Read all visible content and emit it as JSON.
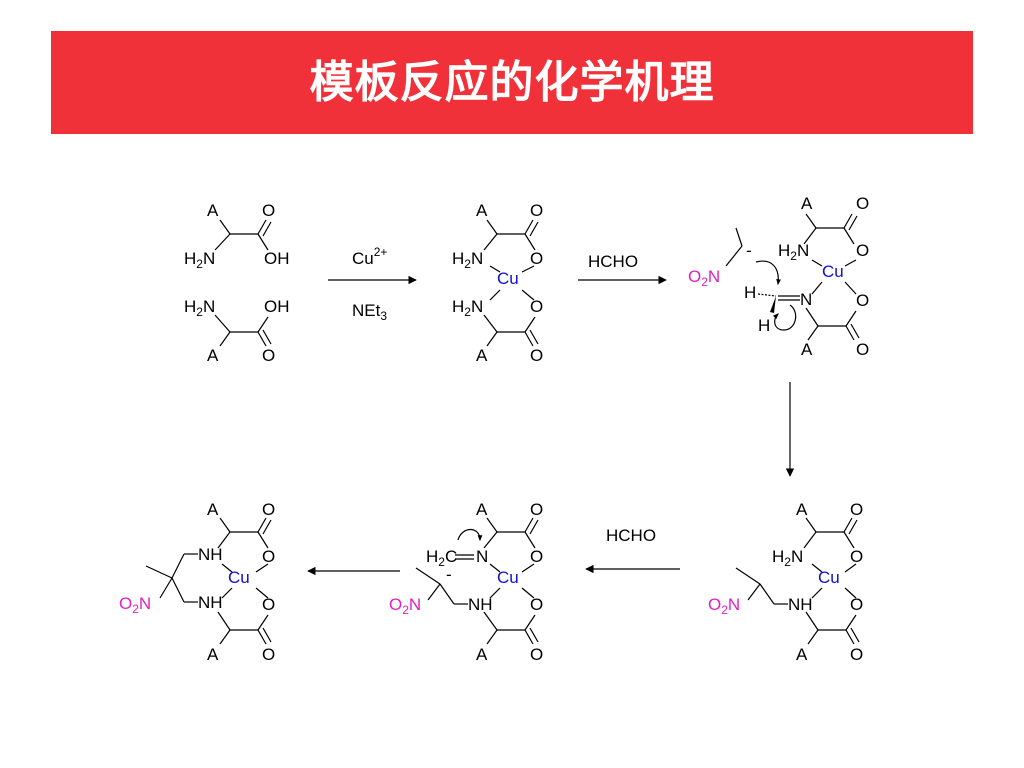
{
  "title": "模板反应的化学机理",
  "labels": {
    "A": "A",
    "O": "O",
    "OH": "OH",
    "H": "H",
    "H2": "H",
    "sub2": "2",
    "N": "N",
    "NH": "NH",
    "Cu": "Cu",
    "cu_charge": "2+",
    "net": "NEt",
    "net_sub": "3",
    "hcho": "HCHO",
    "minus": "-",
    "no2_O": "O",
    "no2_N": "N",
    "h2c": "H",
    "h2c_C": "C"
  },
  "colors": {
    "banner": "#f0313a",
    "copper": "#1010cc",
    "nitro": "#e020c0"
  }
}
